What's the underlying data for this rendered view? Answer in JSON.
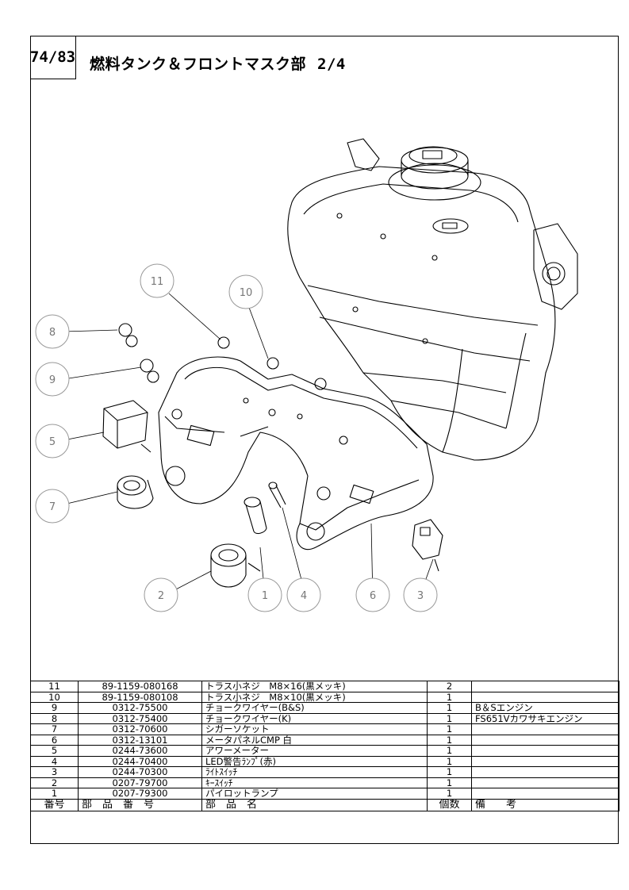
{
  "page": {
    "number": "74/83",
    "title": "燃料タンク＆フロントマスク部",
    "part": "2/4"
  },
  "callouts": [
    {
      "id": "11",
      "label": "11"
    },
    {
      "id": "10",
      "label": "10"
    },
    {
      "id": "8",
      "label": "8"
    },
    {
      "id": "9",
      "label": "9"
    },
    {
      "id": "5",
      "label": "5"
    },
    {
      "id": "7",
      "label": "7"
    },
    {
      "id": "2",
      "label": "2"
    },
    {
      "id": "1",
      "label": "1"
    },
    {
      "id": "4",
      "label": "4"
    },
    {
      "id": "6",
      "label": "6"
    },
    {
      "id": "3",
      "label": "3"
    }
  ],
  "parts_table": {
    "rows": [
      {
        "no": "11",
        "part_no": "89-1159-080168",
        "name": "トラス小ネジ　M8×16(黒メッキ)",
        "qty": "2",
        "remarks": ""
      },
      {
        "no": "10",
        "part_no": "89-1159-080108",
        "name": "トラス小ネジ　M8×10(黒メッキ)",
        "qty": "1",
        "remarks": ""
      },
      {
        "no": "9",
        "part_no": "0312-75500",
        "name": "チョークワイヤー(B&S)",
        "qty": "1",
        "remarks": "B＆Sエンジン"
      },
      {
        "no": "8",
        "part_no": "0312-75400",
        "name": "チョークワイヤー(K)",
        "qty": "1",
        "remarks": "FS651Vカワサキエンジン"
      },
      {
        "no": "7",
        "part_no": "0312-70600",
        "name": "シガーソケット",
        "qty": "1",
        "remarks": ""
      },
      {
        "no": "6",
        "part_no": "0312-13101",
        "name": "メータパネルCMP 白",
        "qty": "1",
        "remarks": ""
      },
      {
        "no": "5",
        "part_no": "0244-73600",
        "name": "アワーメーター",
        "qty": "1",
        "remarks": ""
      },
      {
        "no": "4",
        "part_no": "0244-70400",
        "name": "LED警告ﾗﾝﾌﾟ(赤)",
        "qty": "1",
        "remarks": ""
      },
      {
        "no": "3",
        "part_no": "0244-70300",
        "name": "ﾗｲﾄｽｲｯﾁ",
        "qty": "1",
        "remarks": ""
      },
      {
        "no": "2",
        "part_no": "0207-79700",
        "name": "ｷｰｽｲｯﾁ",
        "qty": "1",
        "remarks": ""
      },
      {
        "no": "1",
        "part_no": "0207-79300",
        "name": "パイロットランプ",
        "qty": "1",
        "remarks": ""
      }
    ],
    "header": {
      "no": "番号",
      "part_no": "部　品　番　号",
      "name": "部　品　名",
      "qty": "個数",
      "remarks": "備　　考"
    }
  }
}
